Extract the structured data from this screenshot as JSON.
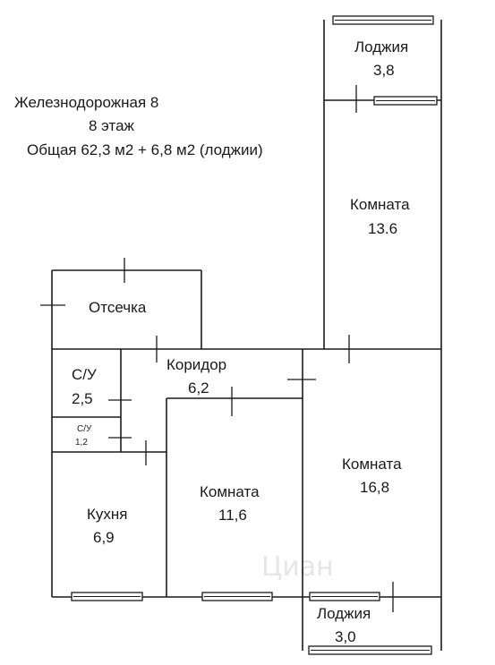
{
  "header": {
    "address": "Железнодорожная 8",
    "floor": "8 этаж",
    "area": "Общая 62,3 м2 + 6,8 м2 (лоджии)"
  },
  "rooms": [
    {
      "id": "loggia-top",
      "name": "Лоджия",
      "area": "3,8"
    },
    {
      "id": "room-13",
      "name": "Комната",
      "area": "13.6"
    },
    {
      "id": "otsechka",
      "name": "Отсечка",
      "area": ""
    },
    {
      "id": "corridor",
      "name": "Коридор",
      "area": "6,2"
    },
    {
      "id": "bath-1",
      "name": "С/У",
      "area": "2,5"
    },
    {
      "id": "bath-2",
      "name": "С/У",
      "area": "1,2"
    },
    {
      "id": "kitchen",
      "name": "Кухня",
      "area": "6,9"
    },
    {
      "id": "room-11",
      "name": "Комната",
      "area": "11,6"
    },
    {
      "id": "room-16",
      "name": "Комната",
      "area": "16,8"
    },
    {
      "id": "loggia-bottom",
      "name": "Лоджия",
      "area": "3,0"
    }
  ],
  "watermark": "Циан"
}
